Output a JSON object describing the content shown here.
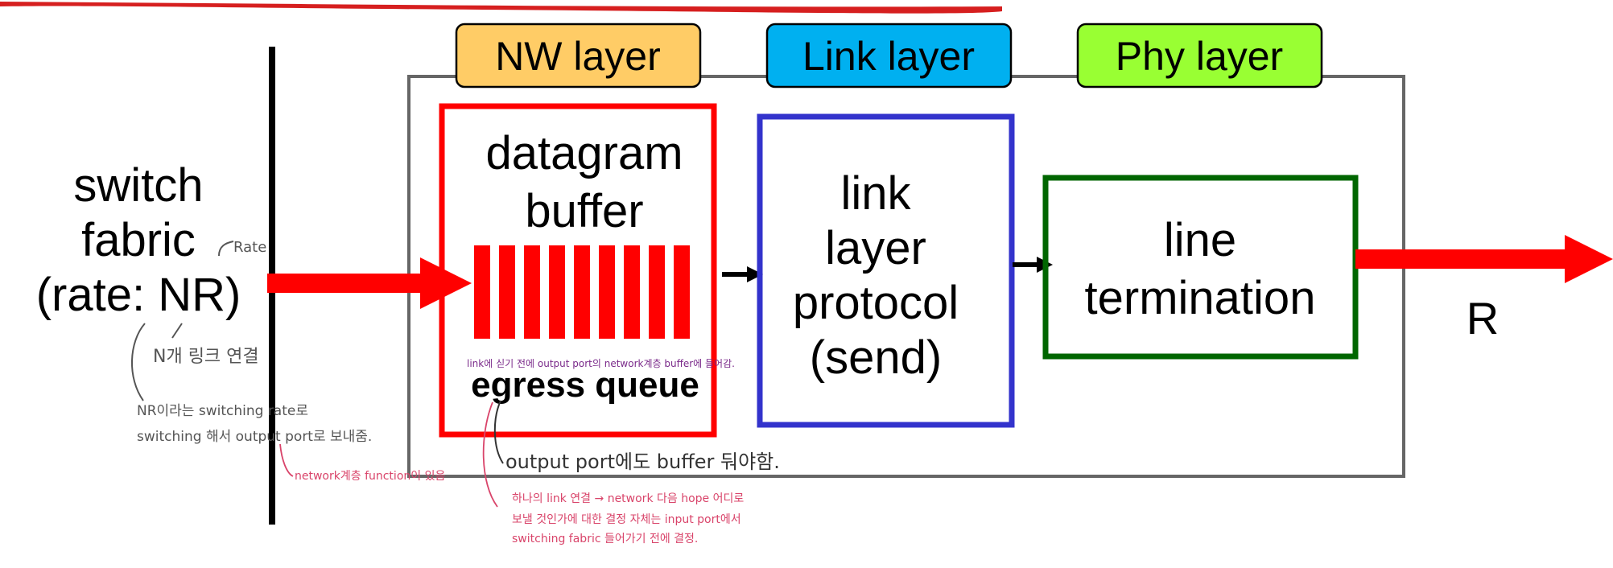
{
  "layers": {
    "nw": "NW layer",
    "link": "Link layer",
    "phy": "Phy layer"
  },
  "switch_fabric": {
    "line1": "switch",
    "line2": "fabric",
    "line3": "(rate: NR)"
  },
  "datagram_buffer": {
    "line1": "datagram",
    "line2": "buffer",
    "queue_label": "egress queue"
  },
  "link_protocol": {
    "line1": "link",
    "line2": "layer",
    "line3": "protocol",
    "line4": "(send)"
  },
  "line_termination": {
    "line1": "line",
    "line2": "termination"
  },
  "output_rate": "R",
  "notes": {
    "rate": "Rate",
    "n_links": "N개 링크 연결",
    "nr_line1": "NR이라는 switching rate로",
    "nr_line2": "switching 해서 output port로 보내줌.",
    "network_function": "network계층 function이 있음",
    "purple": "link에 싣기 전에 output port의 network계층 buffer에 들어감.",
    "output_buffer": "output port에도 buffer 둬야함.",
    "pink_line1": "하나의 link 연결 → network 다음 hope 어디로",
    "pink_line2": "보낼 것인가에 대한 결정 자체는 input port에서",
    "pink_line3": "switching fabric 들어가기 전에 결정."
  },
  "colors": {
    "nw_layer": "#ffcc66",
    "link_layer": "#00b0f0",
    "phy_layer": "#99ff33",
    "buffer_border": "#ff0000",
    "protocol_border": "#3333cc",
    "termination_border": "#006600",
    "outer_border": "#666666",
    "arrow_red": "#ff0000",
    "purple_note": "#7a2a8a",
    "pink_note": "#d9446a",
    "gray_note": "#555555",
    "header_stroke": "#d61f1f"
  }
}
